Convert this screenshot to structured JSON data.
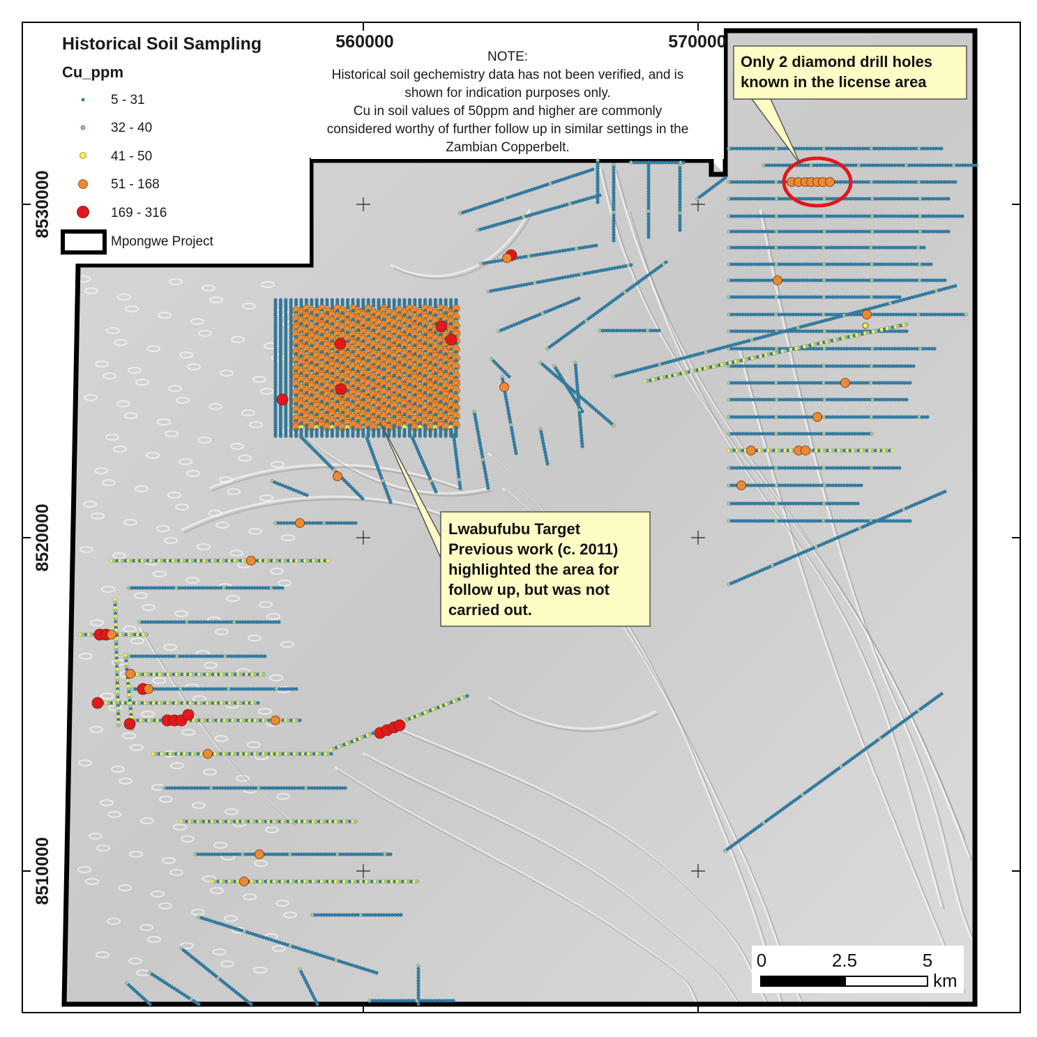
{
  "legend": {
    "title": "Historical Soil Sampling",
    "field": "Cu_ppm",
    "classes": [
      {
        "label": "5 - 31",
        "color": "#2e7fa8",
        "icon": "small-blue-dot-icon"
      },
      {
        "label": "32 - 40",
        "color": "#a9c29a",
        "icon": "small-green-dot-icon"
      },
      {
        "label": "41 - 50",
        "color": "#f2ef5c",
        "icon": "yellow-dot-icon"
      },
      {
        "label": "51 - 168",
        "color": "#ec8a34",
        "icon": "orange-dot-icon"
      },
      {
        "label": "169 - 316",
        "color": "#e2181c",
        "icon": "red-dot-icon"
      }
    ],
    "boundary_label": "Mpongwe Project"
  },
  "grid": {
    "eastings": [
      "560000",
      "570000"
    ],
    "northings": [
      "8530000",
      "8520000",
      "8510000"
    ]
  },
  "note": {
    "lines": [
      "NOTE:",
      "Historical soil gechemistry data has not been verified, and is",
      "shown for indication purposes only.",
      "Cu in soil values of 50ppm and higher are commonly",
      "considered worthy of further follow up in similar settings in the",
      "Zambian Copperbelt."
    ]
  },
  "callouts": {
    "drill_holes": [
      "Only 2 diamond drill holes",
      "known in the license area"
    ],
    "lwabufubu": [
      "Lwabufubu Target",
      "Previous work (c. 2011)",
      "highlighted the area for",
      "follow up, but was not",
      "carried out."
    ]
  },
  "scale_bar": {
    "ticks": [
      "0",
      "2.5",
      "5"
    ],
    "unit": "km"
  },
  "colors": {
    "boundary": "#000000",
    "callout_fill": "#fdfcc4",
    "highlight_circle": "#e2181c"
  }
}
